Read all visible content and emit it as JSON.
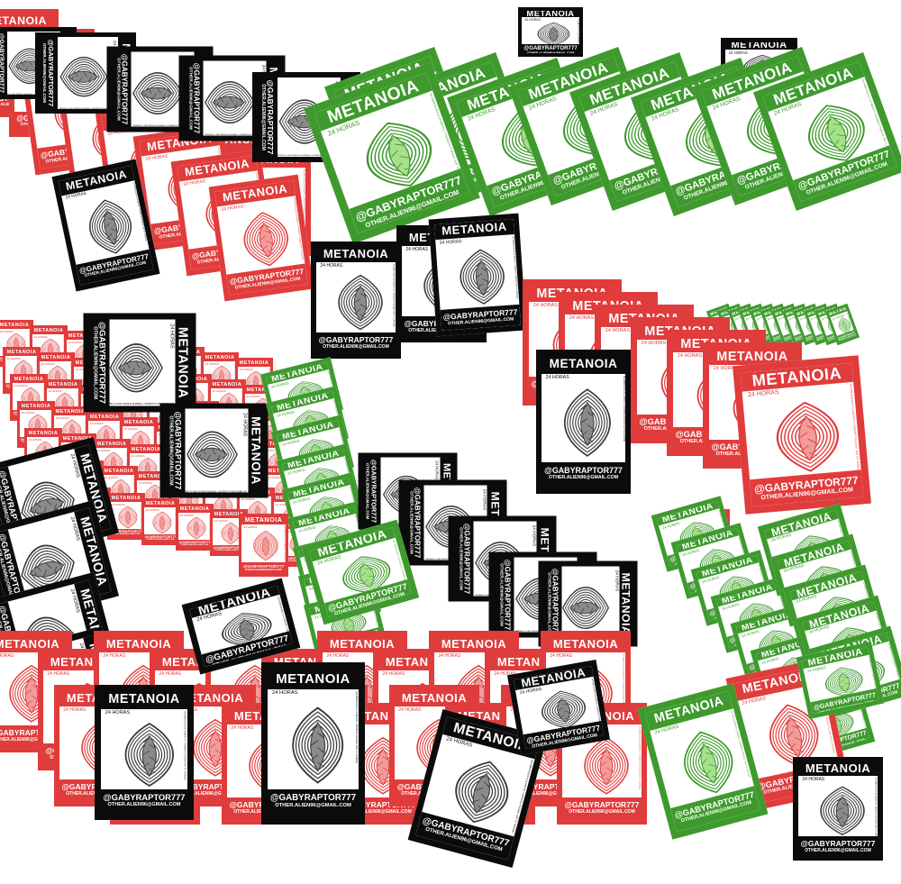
{
  "poster": {
    "title": "METANOIA",
    "subtitle": "24 HORAS",
    "handle": "@GABYRAPTOR777",
    "email": "OTHER.ALIEN96@GMAIL.COM",
    "side_text": "NO ABROGUES A LA MENTE Y PERMITE PUEDAS VER TU VERDAD"
  },
  "colors": {
    "black": "#0b0b0b",
    "red": "#e03c3c",
    "red_art": "#f29b9b",
    "green": "#3f9a2e",
    "green_art": "#a7e08a",
    "gray_art": "#8a8a8a"
  }
}
